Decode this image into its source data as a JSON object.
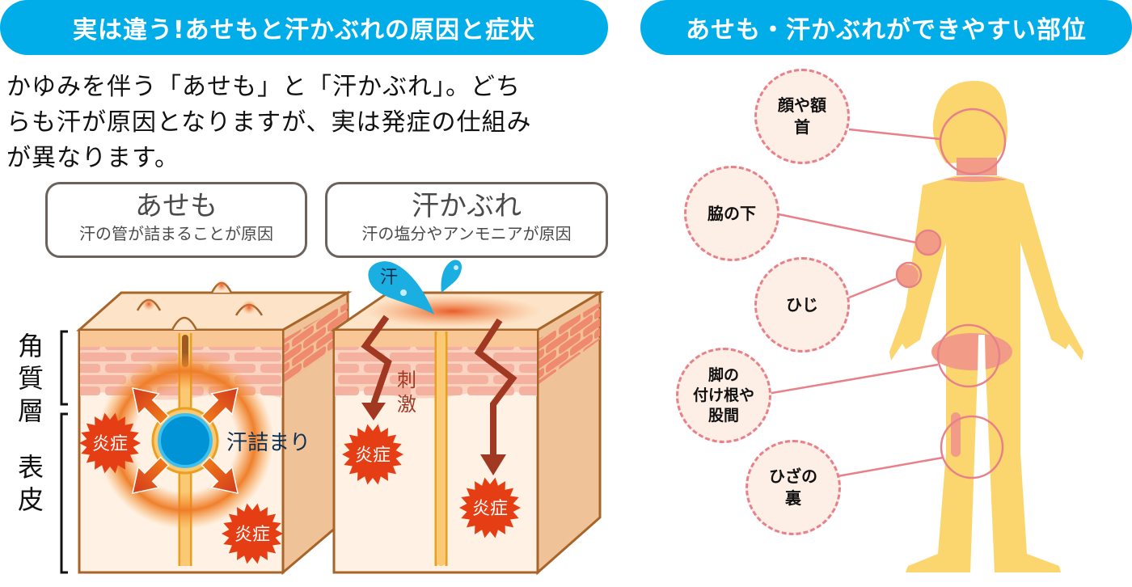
{
  "left_section": {
    "header": "実は違う!あせもと汗かぶれの原因と症状",
    "intro_lines": [
      "かゆみを伴う「あせも」と「汗かぶれ」。どち",
      "らも汗が原因となりますが、実は発症の仕組み",
      "が異なります。"
    ],
    "layer_labels": {
      "stratum_corneum": "角質層",
      "epidermis": "表皮"
    },
    "asemo": {
      "title": "あせも",
      "cause": "汗の管が詰まることが原因",
      "blockage_label": "汗詰まり",
      "inflammation_label": "炎症"
    },
    "asekabure": {
      "title": "汗かぶれ",
      "cause": "汗の塩分やアンモニアが原因",
      "sweat_label": "汗",
      "stimulus_label": "刺激",
      "inflammation_label": "炎症"
    }
  },
  "right_section": {
    "header": "あせも・汗かぶれができやすい部位",
    "body_parts": [
      {
        "id": "face-neck",
        "lines": [
          "顔や額",
          "首"
        ]
      },
      {
        "id": "armpit",
        "lines": [
          "脇の下"
        ]
      },
      {
        "id": "elbow",
        "lines": [
          "ひじ"
        ]
      },
      {
        "id": "groin",
        "lines": [
          "脚の",
          "付け根や",
          "股間"
        ]
      },
      {
        "id": "back-of-knee",
        "lines": [
          "ひざの",
          "裏"
        ]
      }
    ]
  },
  "colors": {
    "header_blue": "#00ade9",
    "body_yellow": "#fbd56e",
    "highlight_salmon": "#f29b86",
    "callout_pink": "#e8808a",
    "inflammation_red": "#e63e14",
    "skin_outline": "#a8652a"
  }
}
